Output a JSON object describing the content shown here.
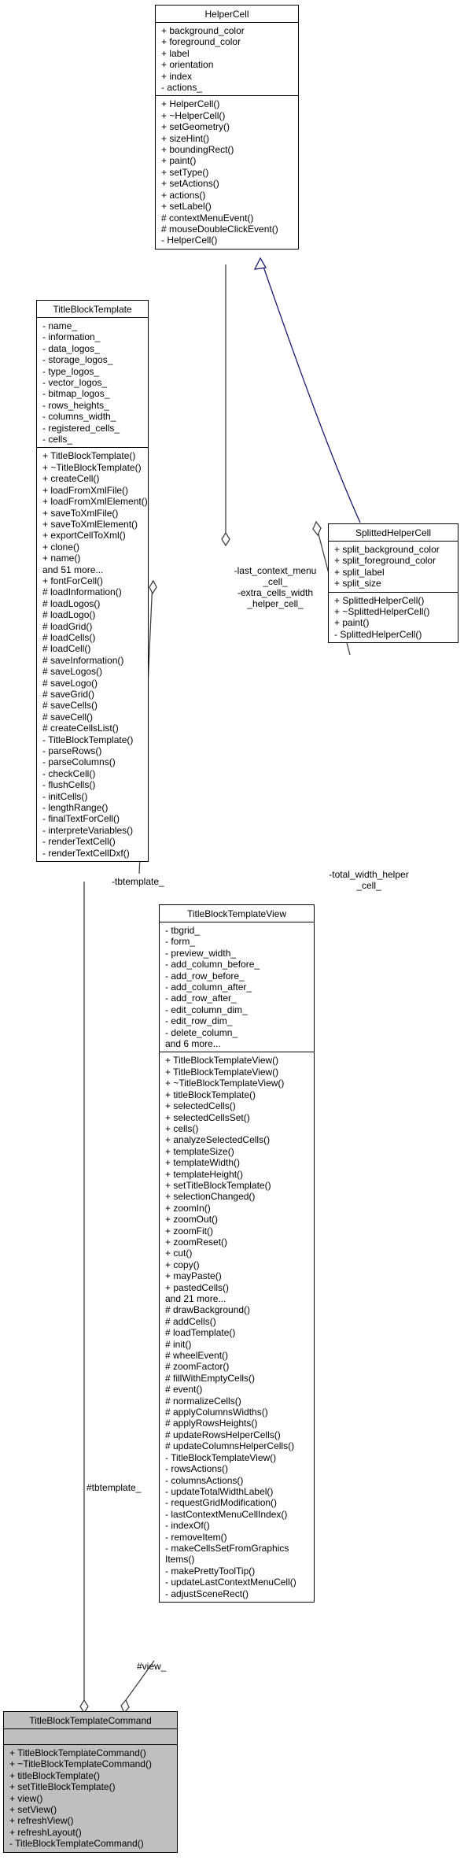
{
  "classes": {
    "helper_cell": {
      "name": "HelperCell",
      "attributes": [
        "+ background_color",
        "+ foreground_color",
        "+ label",
        "+ orientation",
        "+ index",
        "- actions_"
      ],
      "methods": [
        "+ HelperCell()",
        "+ ~HelperCell()",
        "+ setGeometry()",
        "+ sizeHint()",
        "+ boundingRect()",
        "+ paint()",
        "+ setType()",
        "+ setActions()",
        "+ actions()",
        "+ setLabel()",
        "# contextMenuEvent()",
        "# mouseDoubleClickEvent()",
        "- HelperCell()"
      ]
    },
    "title_block_template": {
      "name": "TitleBlockTemplate",
      "attributes": [
        "- name_",
        "- information_",
        "- data_logos_",
        "- storage_logos_",
        "- type_logos_",
        "- vector_logos_",
        "- bitmap_logos_",
        "- rows_heights_",
        "- columns_width_",
        "- registered_cells_",
        "- cells_"
      ],
      "methods": [
        "+ TitleBlockTemplate()",
        "+ ~TitleBlockTemplate()",
        "+ createCell()",
        "+ loadFromXmlFile()",
        "+ loadFromXmlElement()",
        "+ saveToXmlFile()",
        "+ saveToXmlElement()",
        "+ exportCellToXml()",
        "+ clone()",
        "+ name()",
        "and 51 more...",
        "+ fontForCell()",
        "# loadInformation()",
        "# loadLogos()",
        "# loadLogo()",
        "# loadGrid()",
        "# loadCells()",
        "# loadCell()",
        "# saveInformation()",
        "# saveLogos()",
        "# saveLogo()",
        "# saveGrid()",
        "# saveCells()",
        "# saveCell()",
        "# createCellsList()",
        "- TitleBlockTemplate()",
        "- parseRows()",
        "- parseColumns()",
        "- checkCell()",
        "- flushCells()",
        "- initCells()",
        "- lengthRange()",
        "- finalTextForCell()",
        "- interpreteVariables()",
        "- renderTextCell()",
        "- renderTextCellDxf()"
      ]
    },
    "splitted_helper_cell": {
      "name": "SplittedHelperCell",
      "attributes": [
        "+ split_background_color",
        "+ split_foreground_color",
        "+ split_label",
        "+ split_size"
      ],
      "methods": [
        "+ SplittedHelperCell()",
        "+ ~SplittedHelperCell()",
        "+ paint()",
        "- SplittedHelperCell()"
      ]
    },
    "title_block_template_view": {
      "name": "TitleBlockTemplateView",
      "attributes": [
        "- tbgrid_",
        "- form_",
        "- preview_width_",
        "- add_column_before_",
        "- add_row_before_",
        "- add_column_after_",
        "- add_row_after_",
        "- edit_column_dim_",
        "- edit_row_dim_",
        "- delete_column_",
        "and 6 more..."
      ],
      "methods": [
        "+ TitleBlockTemplateView()",
        "+ TitleBlockTemplateView()",
        "+ ~TitleBlockTemplateView()",
        "+ titleBlockTemplate()",
        "+ selectedCells()",
        "+ selectedCellsSet()",
        "+ cells()",
        "+ analyzeSelectedCells()",
        "+ templateSize()",
        "+ templateWidth()",
        "+ templateHeight()",
        "+ setTitleBlockTemplate()",
        "+ selectionChanged()",
        "+ zoomIn()",
        "+ zoomOut()",
        "+ zoomFit()",
        "+ zoomReset()",
        "+ cut()",
        "+ copy()",
        "+ mayPaste()",
        "+ pastedCells()",
        "and 21 more...",
        "# drawBackground()",
        "# addCells()",
        "# loadTemplate()",
        "# init()",
        "# wheelEvent()",
        "# zoomFactor()",
        "# fillWithEmptyCells()",
        "# event()",
        "# normalizeCells()",
        "# applyColumnsWidths()",
        "# applyRowsHeights()",
        "# updateRowsHelperCells()",
        "# updateColumnsHelperCells()",
        "- TitleBlockTemplateView()",
        "- rowsActions()",
        "- columnsActions()",
        "- updateTotalWidthLabel()",
        "- requestGridModification()",
        "- lastContextMenuCellIndex()",
        "- indexOf()",
        "- removeItem()",
        "- makeCellsSetFromGraphics",
        "Items()",
        "- makePrettyToolTip()",
        "- updateLastContextMenuCell()",
        "- adjustSceneRect()"
      ]
    },
    "title_block_template_command": {
      "name": "TitleBlockTemplateCommand",
      "attributes": [],
      "methods": [
        "+ TitleBlockTemplateCommand()",
        "+ ~TitleBlockTemplateCommand()",
        "+ titleBlockTemplate()",
        "+ setTitleBlockTemplate()",
        "+ view()",
        "+ setView()",
        "+ refreshView()",
        "+ refreshLayout()",
        "- TitleBlockTemplateCommand()"
      ]
    }
  },
  "edge_labels": {
    "context_menu": [
      "-last_context_menu",
      "_cell_",
      "-extra_cells_width",
      "_helper_cell_"
    ],
    "total_width": [
      "-total_width_helper",
      "_cell_"
    ],
    "tbtemplate_view": [
      "-tbtemplate_"
    ],
    "tbtemplate_cmd": [
      "#tbtemplate_"
    ],
    "view_cmd": [
      "#view_"
    ]
  },
  "colors": {
    "inheritance_edge": "#191970",
    "association_edge": "#404040",
    "highlight_box": "#bfbfbf"
  }
}
